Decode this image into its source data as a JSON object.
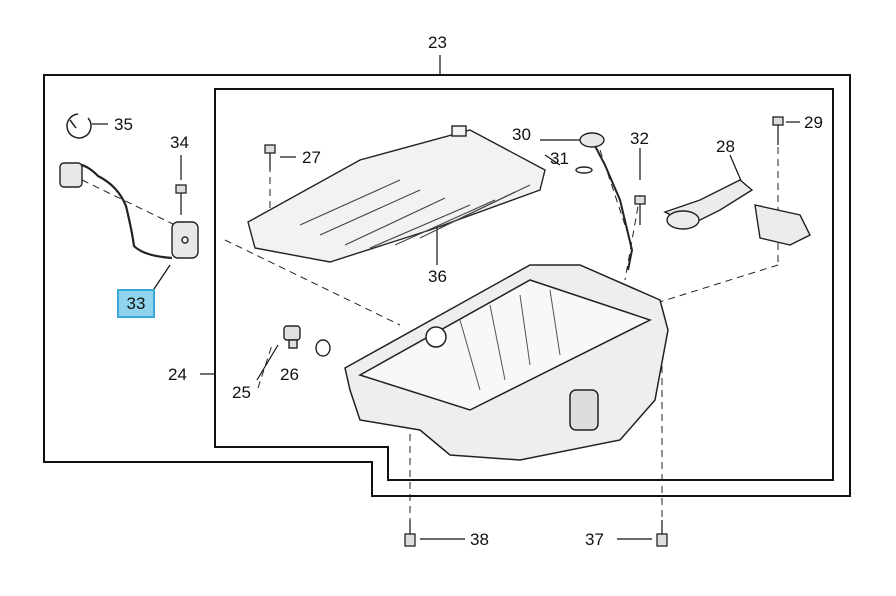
{
  "diagram": {
    "callouts": [
      {
        "id": "c23",
        "text": "23"
      },
      {
        "id": "c24",
        "text": "24"
      },
      {
        "id": "c25",
        "text": "25"
      },
      {
        "id": "c26",
        "text": "26"
      },
      {
        "id": "c27",
        "text": "27"
      },
      {
        "id": "c28",
        "text": "28"
      },
      {
        "id": "c29",
        "text": "29"
      },
      {
        "id": "c30",
        "text": "30"
      },
      {
        "id": "c31",
        "text": "31"
      },
      {
        "id": "c32",
        "text": "32"
      },
      {
        "id": "c33",
        "text": "33"
      },
      {
        "id": "c34",
        "text": "34"
      },
      {
        "id": "c35",
        "text": "35"
      },
      {
        "id": "c36",
        "text": "36"
      },
      {
        "id": "c37",
        "text": "37"
      },
      {
        "id": "c38",
        "text": "38"
      }
    ],
    "highlighted_callout": "33",
    "highlight_color": "#8fd3ef",
    "highlight_border": "#3aa6d6"
  }
}
